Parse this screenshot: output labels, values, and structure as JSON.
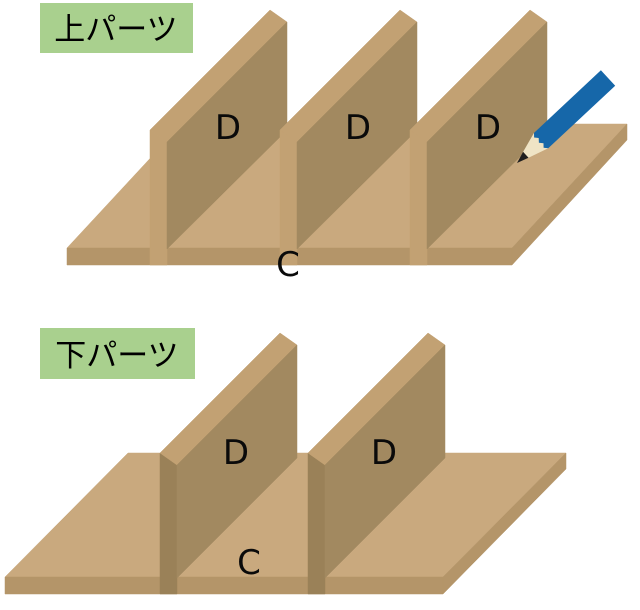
{
  "colors": {
    "page_bg": "#FFFFFF",
    "wood_top": "#C9A97E",
    "wood_light_edge": "#C2A173",
    "wood_dark_face": "#A28960",
    "wood_shadow_edge": "#9A8158",
    "wood_front_edge": "#B49569",
    "badge_bg": "#A9D08E",
    "badge_text": "#000000",
    "part_letter": "#0A0A0A",
    "pencil_blue": "#1667A9",
    "pencil_wood": "#EFE4C5",
    "pencil_lead": "#1F1F1F"
  },
  "upper_diagram": {
    "badge_label": "上パーツ",
    "base_label": "C",
    "panel_labels": [
      "D",
      "D",
      "D"
    ]
  },
  "lower_diagram": {
    "badge_label": "下パーツ",
    "base_label": "C",
    "panel_labels": [
      "D",
      "D"
    ]
  },
  "icons": {
    "pencil": "pencil-icon"
  }
}
